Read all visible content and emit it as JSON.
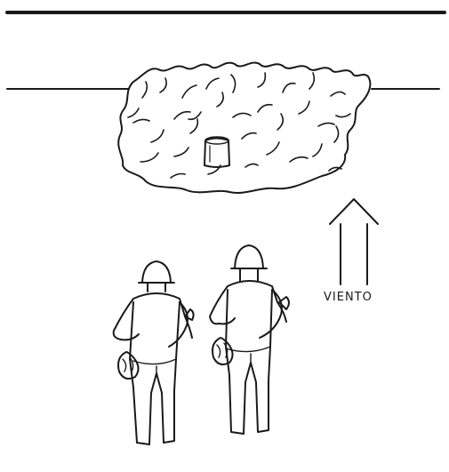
{
  "wind": {
    "label": "VIENTO"
  },
  "colors": {
    "ink": "#1a1a1a",
    "background": "#ffffff"
  },
  "figures": [
    {
      "name": "firefighter-left",
      "equipment": "helmet-and-hose"
    },
    {
      "name": "firefighter-right",
      "equipment": "helmet-and-hose"
    }
  ]
}
